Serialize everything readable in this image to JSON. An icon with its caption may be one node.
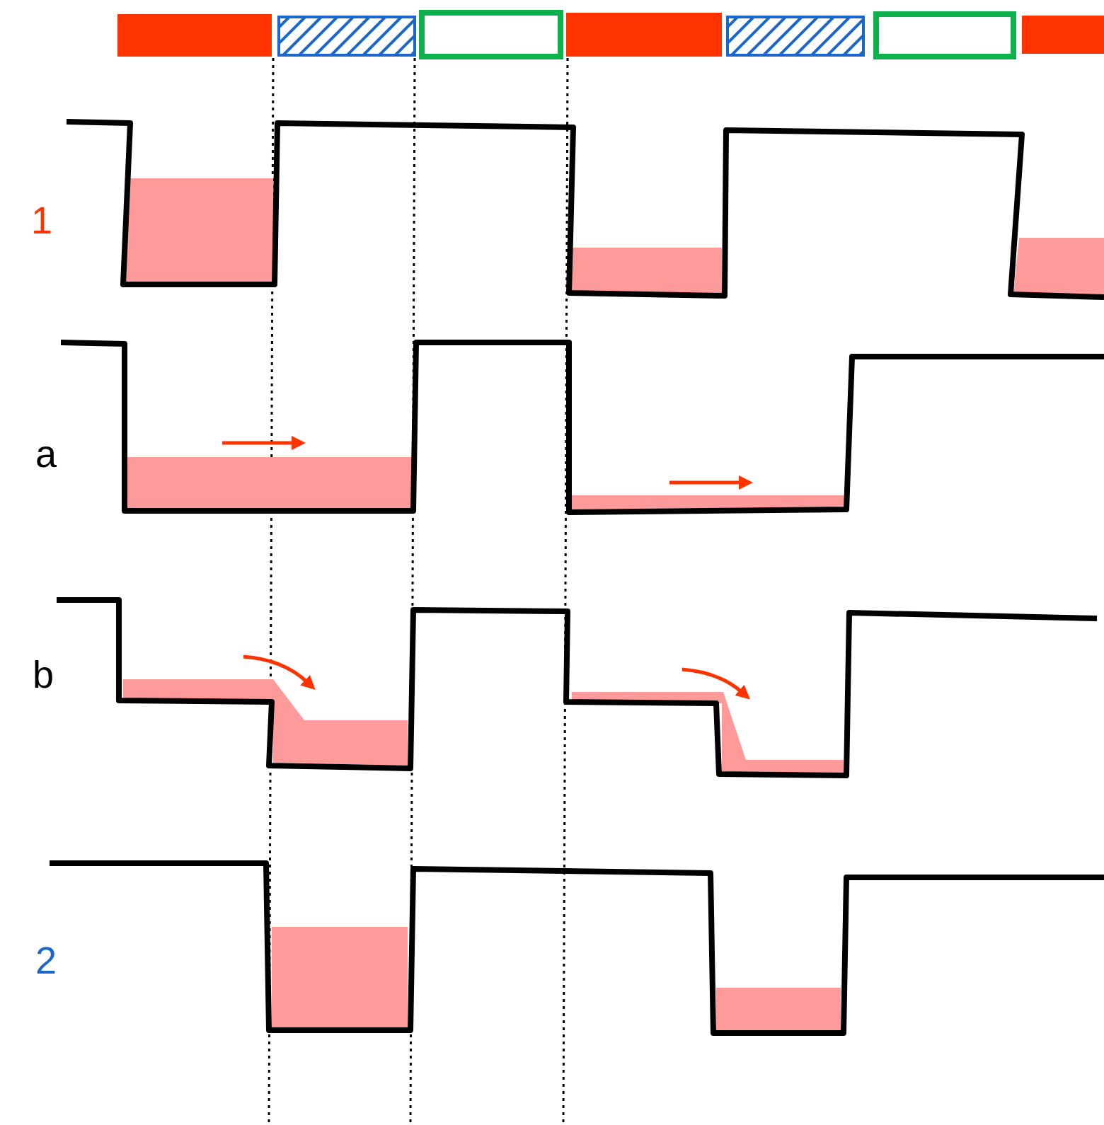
{
  "diagram": {
    "labels": [
      "1",
      "a",
      "b",
      "2"
    ]
  }
}
